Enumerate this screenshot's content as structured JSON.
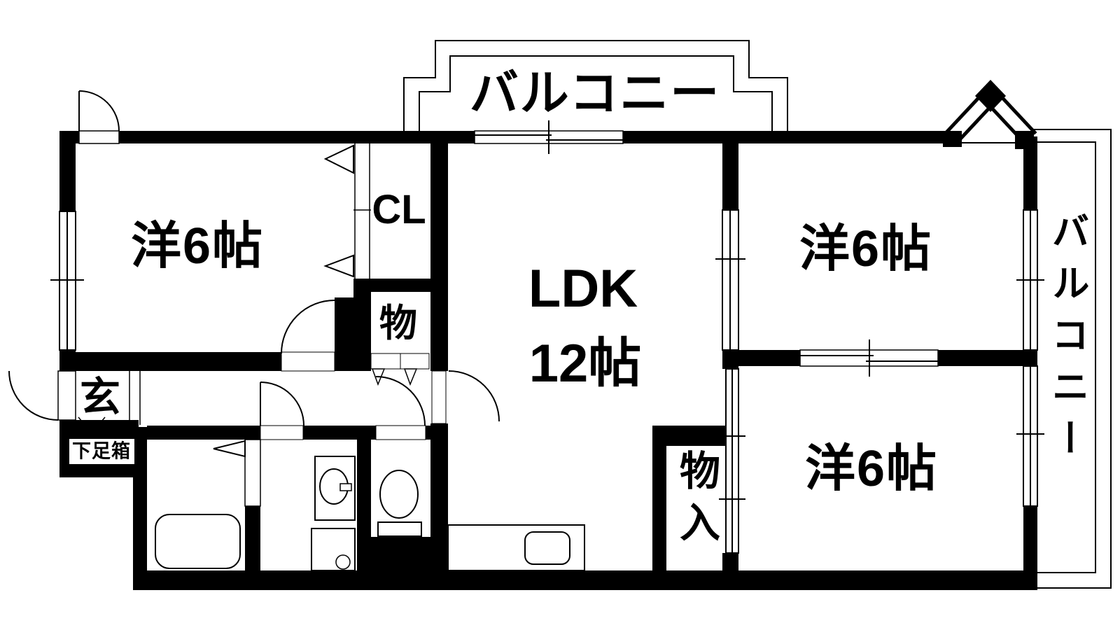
{
  "plan": {
    "title": "apartment-floor-plan",
    "labels": {
      "balcony_top": "バルコニー",
      "balcony_right": "バルコニー",
      "room_nw": "洋6帖",
      "room_ne": "洋6帖",
      "room_se": "洋6帖",
      "ldk_name": "LDK",
      "ldk_size": "12帖",
      "closet": "CL",
      "storage": "物",
      "storage_in": "物入",
      "entrance": "玄",
      "shoe_box": "下足箱"
    },
    "colors": {
      "wall": "#000000",
      "floor": "#ffffff",
      "line": "#000000"
    }
  }
}
